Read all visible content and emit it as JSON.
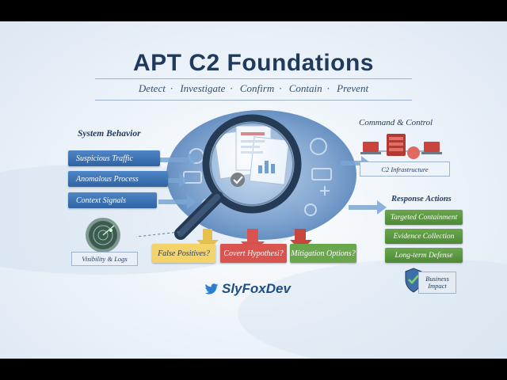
{
  "title": "APT C2 Foundations",
  "subtitle_steps": [
    "Detect",
    "Investigate",
    "Confirm",
    "Contain",
    "Prevent"
  ],
  "left": {
    "heading": "System Behavior",
    "items": [
      "Suspicious Traffic",
      "Anomalous Process",
      "Context Signals"
    ],
    "radar_label": "Visibility & Logs"
  },
  "right_top": {
    "heading": "Command & Control",
    "infra_label": "C2 Infrastructure"
  },
  "right_actions": {
    "heading": "Response Actions",
    "items": [
      "Targeted Containment",
      "Evidence Collection",
      "Long-term Defense"
    ],
    "impact_label_1": "Business",
    "impact_label_2": "Impact"
  },
  "questions": [
    {
      "label": "False Positives?",
      "color": "#f4d36a"
    },
    {
      "label": "Covert Hypothesi?",
      "color": "#d9534f"
    },
    {
      "label": "Mitigation Options?",
      "color": "#6aa74c"
    }
  ],
  "brand": {
    "name": "SlyFoxDev",
    "icon": "bird-icon"
  },
  "colors": {
    "title": "#1f3a5c",
    "blue": "#2f63a3",
    "green": "#4d8a35",
    "red": "#d9534f",
    "yellow": "#f4d36a"
  }
}
